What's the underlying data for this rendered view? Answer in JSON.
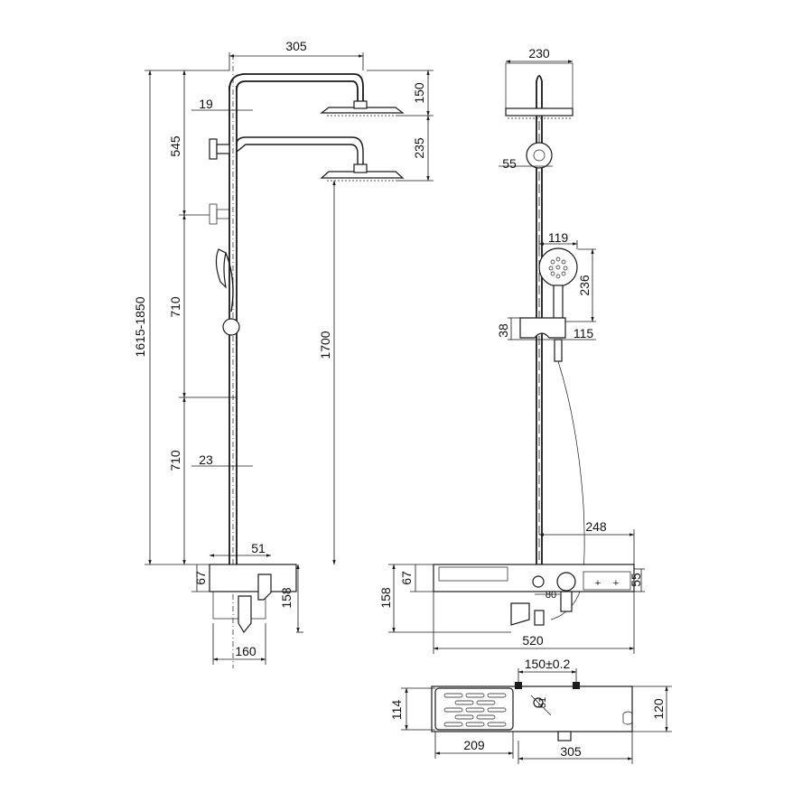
{
  "dimensions": {
    "left_top_width": "305",
    "left_19": "19",
    "left_150": "150",
    "left_235": "235",
    "left_545": "545",
    "left_total": "1615-1850",
    "left_710_upper": "710",
    "left_1700": "1700",
    "left_710_lower": "710",
    "left_23": "23",
    "left_51": "51",
    "left_67": "67",
    "left_158": "158",
    "left_160": "160",
    "right_230": "230",
    "right_55": "55",
    "right_119": "119",
    "right_236": "236",
    "right_38": "38",
    "right_115": "115",
    "right_248": "248",
    "right_67": "67",
    "right_55b": "55",
    "right_158": "158",
    "right_80": "80",
    "right_520": "520",
    "bottom_150": "150±0.2",
    "bottom_114": "114",
    "bottom_120": "120",
    "bottom_51": "51",
    "bottom_209": "209",
    "bottom_305": "305"
  }
}
